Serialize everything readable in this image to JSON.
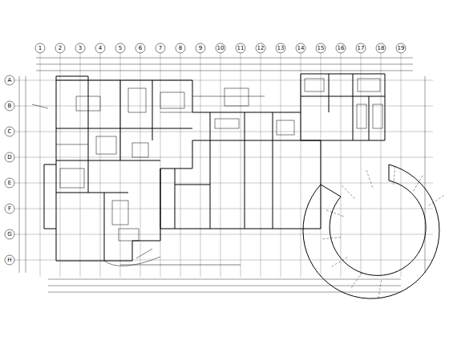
{
  "diagram": {
    "labels": [
      "1",
      "2",
      "3",
      "4",
      "5",
      "6",
      "7",
      "8",
      "9",
      "10",
      "11",
      "12",
      "13",
      "14",
      "15",
      "16",
      "17",
      "18",
      "19",
      "A",
      "B",
      "C",
      "D",
      "E",
      "F",
      "G",
      "H"
    ]
  }
}
